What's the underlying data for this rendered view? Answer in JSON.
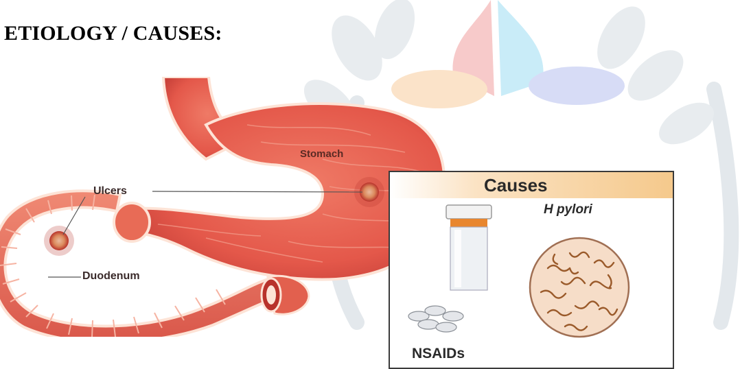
{
  "heading": "ETIOLOGY / CAUSES:",
  "labels": {
    "stomach": "Stomach",
    "ulcers": "Ulcers",
    "duodenum": "Duodenum"
  },
  "causes": {
    "title": "Causes",
    "items": [
      {
        "label": "NSAIDs",
        "icon": "pill-bottle-icon"
      },
      {
        "label": "H pylori",
        "icon": "bacteria-icon"
      }
    ]
  },
  "colors": {
    "stomach": "#e85d4a",
    "causes_header": "#f5c98c",
    "watermark_red": "#f7c6c6",
    "watermark_blue": "#c6e9f7",
    "watermark_grey": "#e3e8ec"
  }
}
